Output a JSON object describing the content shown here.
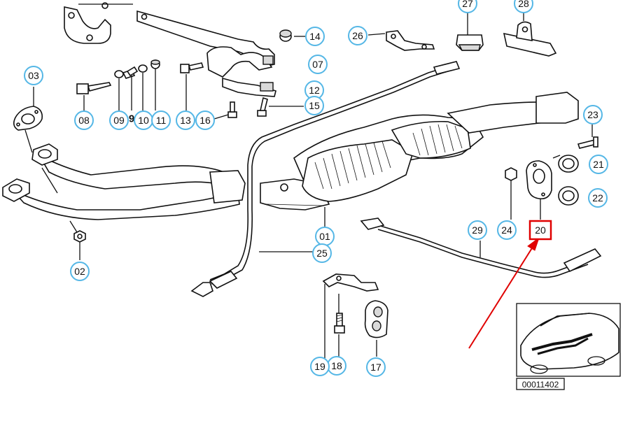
{
  "diagram_id": "00011402",
  "highlight_color": "#e00000",
  "callout_color": "#55b7e6",
  "callouts": {
    "c01": "01",
    "c02": "02",
    "c03": "03",
    "c07": "07",
    "c08": "08",
    "c09": "09",
    "c09b": "9",
    "c10": "10",
    "c11": "11",
    "c12": "12",
    "c13": "13",
    "c14": "14",
    "c15": "15",
    "c16": "16",
    "c17": "17",
    "c18": "18",
    "c19": "19",
    "c20": "20",
    "c21": "21",
    "c22": "22",
    "c23": "23",
    "c24": "24",
    "c25": "25",
    "c26": "26",
    "c27": "27",
    "c28": "28",
    "c29": "29"
  }
}
